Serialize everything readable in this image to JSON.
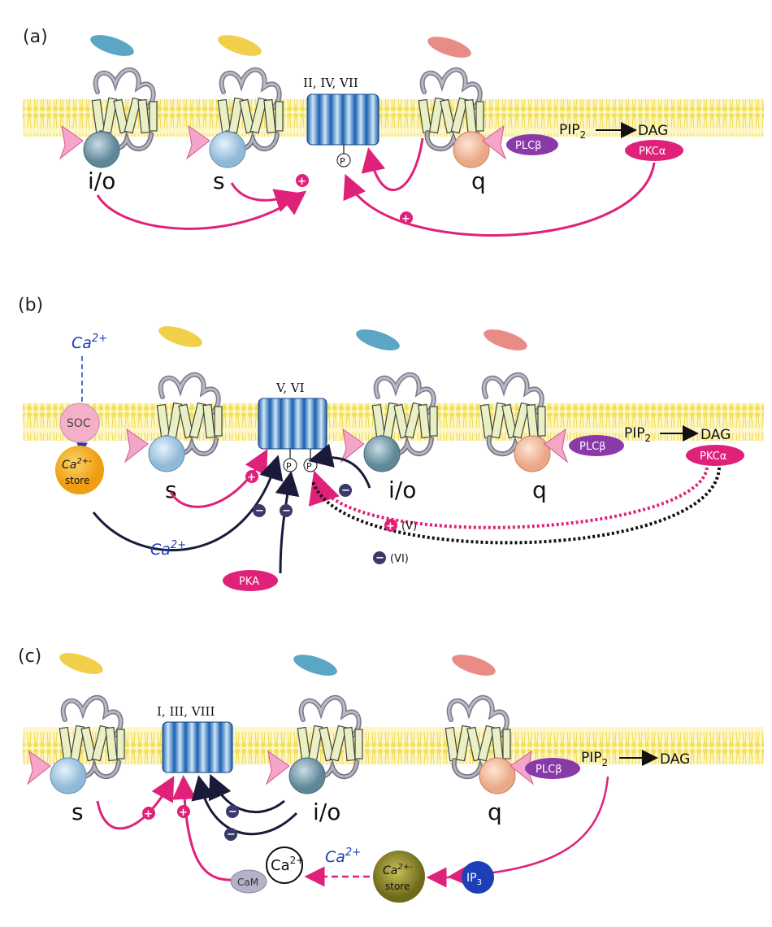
{
  "panels": {
    "a": {
      "label": "(a)",
      "channel_label": "II, IV, VII",
      "g_labels": [
        "i/o",
        "s",
        "q"
      ],
      "plc": "PLCβ",
      "pip2": "PIP",
      "pip2_sub": "2",
      "dag": "DAG",
      "pkc": "PKCα",
      "phospho": "P"
    },
    "b": {
      "label": "(b)",
      "channel_label": "V, VI",
      "g_labels": [
        "s",
        "i/o",
        "q"
      ],
      "ca_top": "Ca",
      "ca_top_sup": "2+",
      "soc": "SOC",
      "store_line1": "Ca",
      "store_sup": "2+-",
      "store_line2": "store",
      "ca_bottom": "Ca",
      "ca_bottom_sup": "2+",
      "plc": "PLCβ",
      "pip2": "PIP",
      "pip2_sub": "2",
      "dag": "DAG",
      "pkc": "PKCα",
      "pka": "PKA",
      "phospho": "P",
      "plus_v": "(V)",
      "minus_vi": "(VI)"
    },
    "c": {
      "label": "(c)",
      "channel_label": "I, III, VIII",
      "g_labels": [
        "s",
        "i/o",
        "q"
      ],
      "plc": "PLCβ",
      "pip2": "PIP",
      "pip2_sub": "2",
      "dag": "DAG",
      "ip3": "IP",
      "ip3_sub": "3",
      "store_line1": "Ca",
      "store_sup": "2+-",
      "store_line2": "store",
      "ca": "Ca",
      "ca_sup": "2+",
      "cam": "CaM",
      "ca_circle": "Ca",
      "ca_circle_sup": "2+"
    }
  },
  "colors": {
    "membrane": "#f6ea7a",
    "magenta": "#e0217a",
    "dark": "#1c1a3a",
    "plc": "#8a3aa8",
    "pkc": "#e0217a",
    "ligand_blue": "#5aa6c4",
    "ligand_yellow": "#f2cf4a",
    "ligand_red": "#e98c86",
    "store_orange": "#f2a81a",
    "store_olive": "#8f8a2a",
    "ip3_blue": "#1c3fb8"
  }
}
